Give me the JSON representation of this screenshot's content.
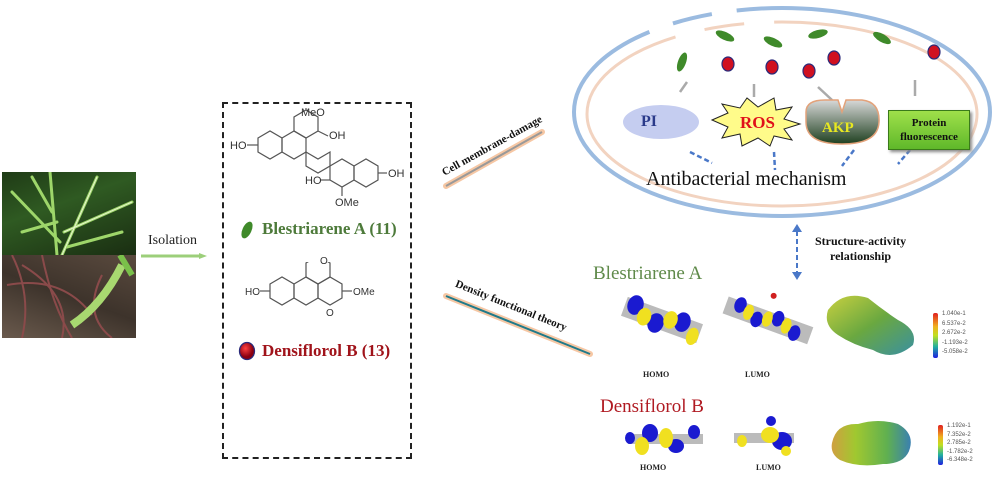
{
  "source": {
    "isolation_label": "Isolation"
  },
  "compounds": {
    "a": {
      "name": "Blestriarene A (11)",
      "substituents": [
        "MeO",
        "HO",
        "OH",
        "HO",
        "OH",
        "OMe"
      ],
      "color": "#4d7a3a"
    },
    "b": {
      "name": "Densiflorol B (13)",
      "substituents": [
        "O",
        "HO",
        "OMe",
        "O"
      ],
      "color": "#a0131a"
    }
  },
  "pathways": {
    "membrane": "Cell membrane-damage",
    "dft": "Density functional theory"
  },
  "cell": {
    "assays": {
      "pi": "PI",
      "ros": "ROS",
      "akp": "AKP",
      "protein_line1": "Protein",
      "protein_line2": "fluorescence"
    },
    "mechanism": "Antibacterial mechanism"
  },
  "sar": {
    "line1": "Structure-activity",
    "line2": "relationship"
  },
  "dft": {
    "a": {
      "title": "Blestriarene A",
      "homo": "HOMO",
      "lumo": "LUMO",
      "scale": [
        "1.040e-1",
        "6.537e-2",
        "2.672e-2",
        "-1.193e-2",
        "-5.058e-2"
      ]
    },
    "b": {
      "title": "Densiflorol  B",
      "homo": "HOMO",
      "lumo": "LUMO",
      "scale": [
        "1.192e-1",
        "7.352e-2",
        "2.785e-2",
        "-1.782e-2",
        "-6.348e-2"
      ]
    }
  }
}
